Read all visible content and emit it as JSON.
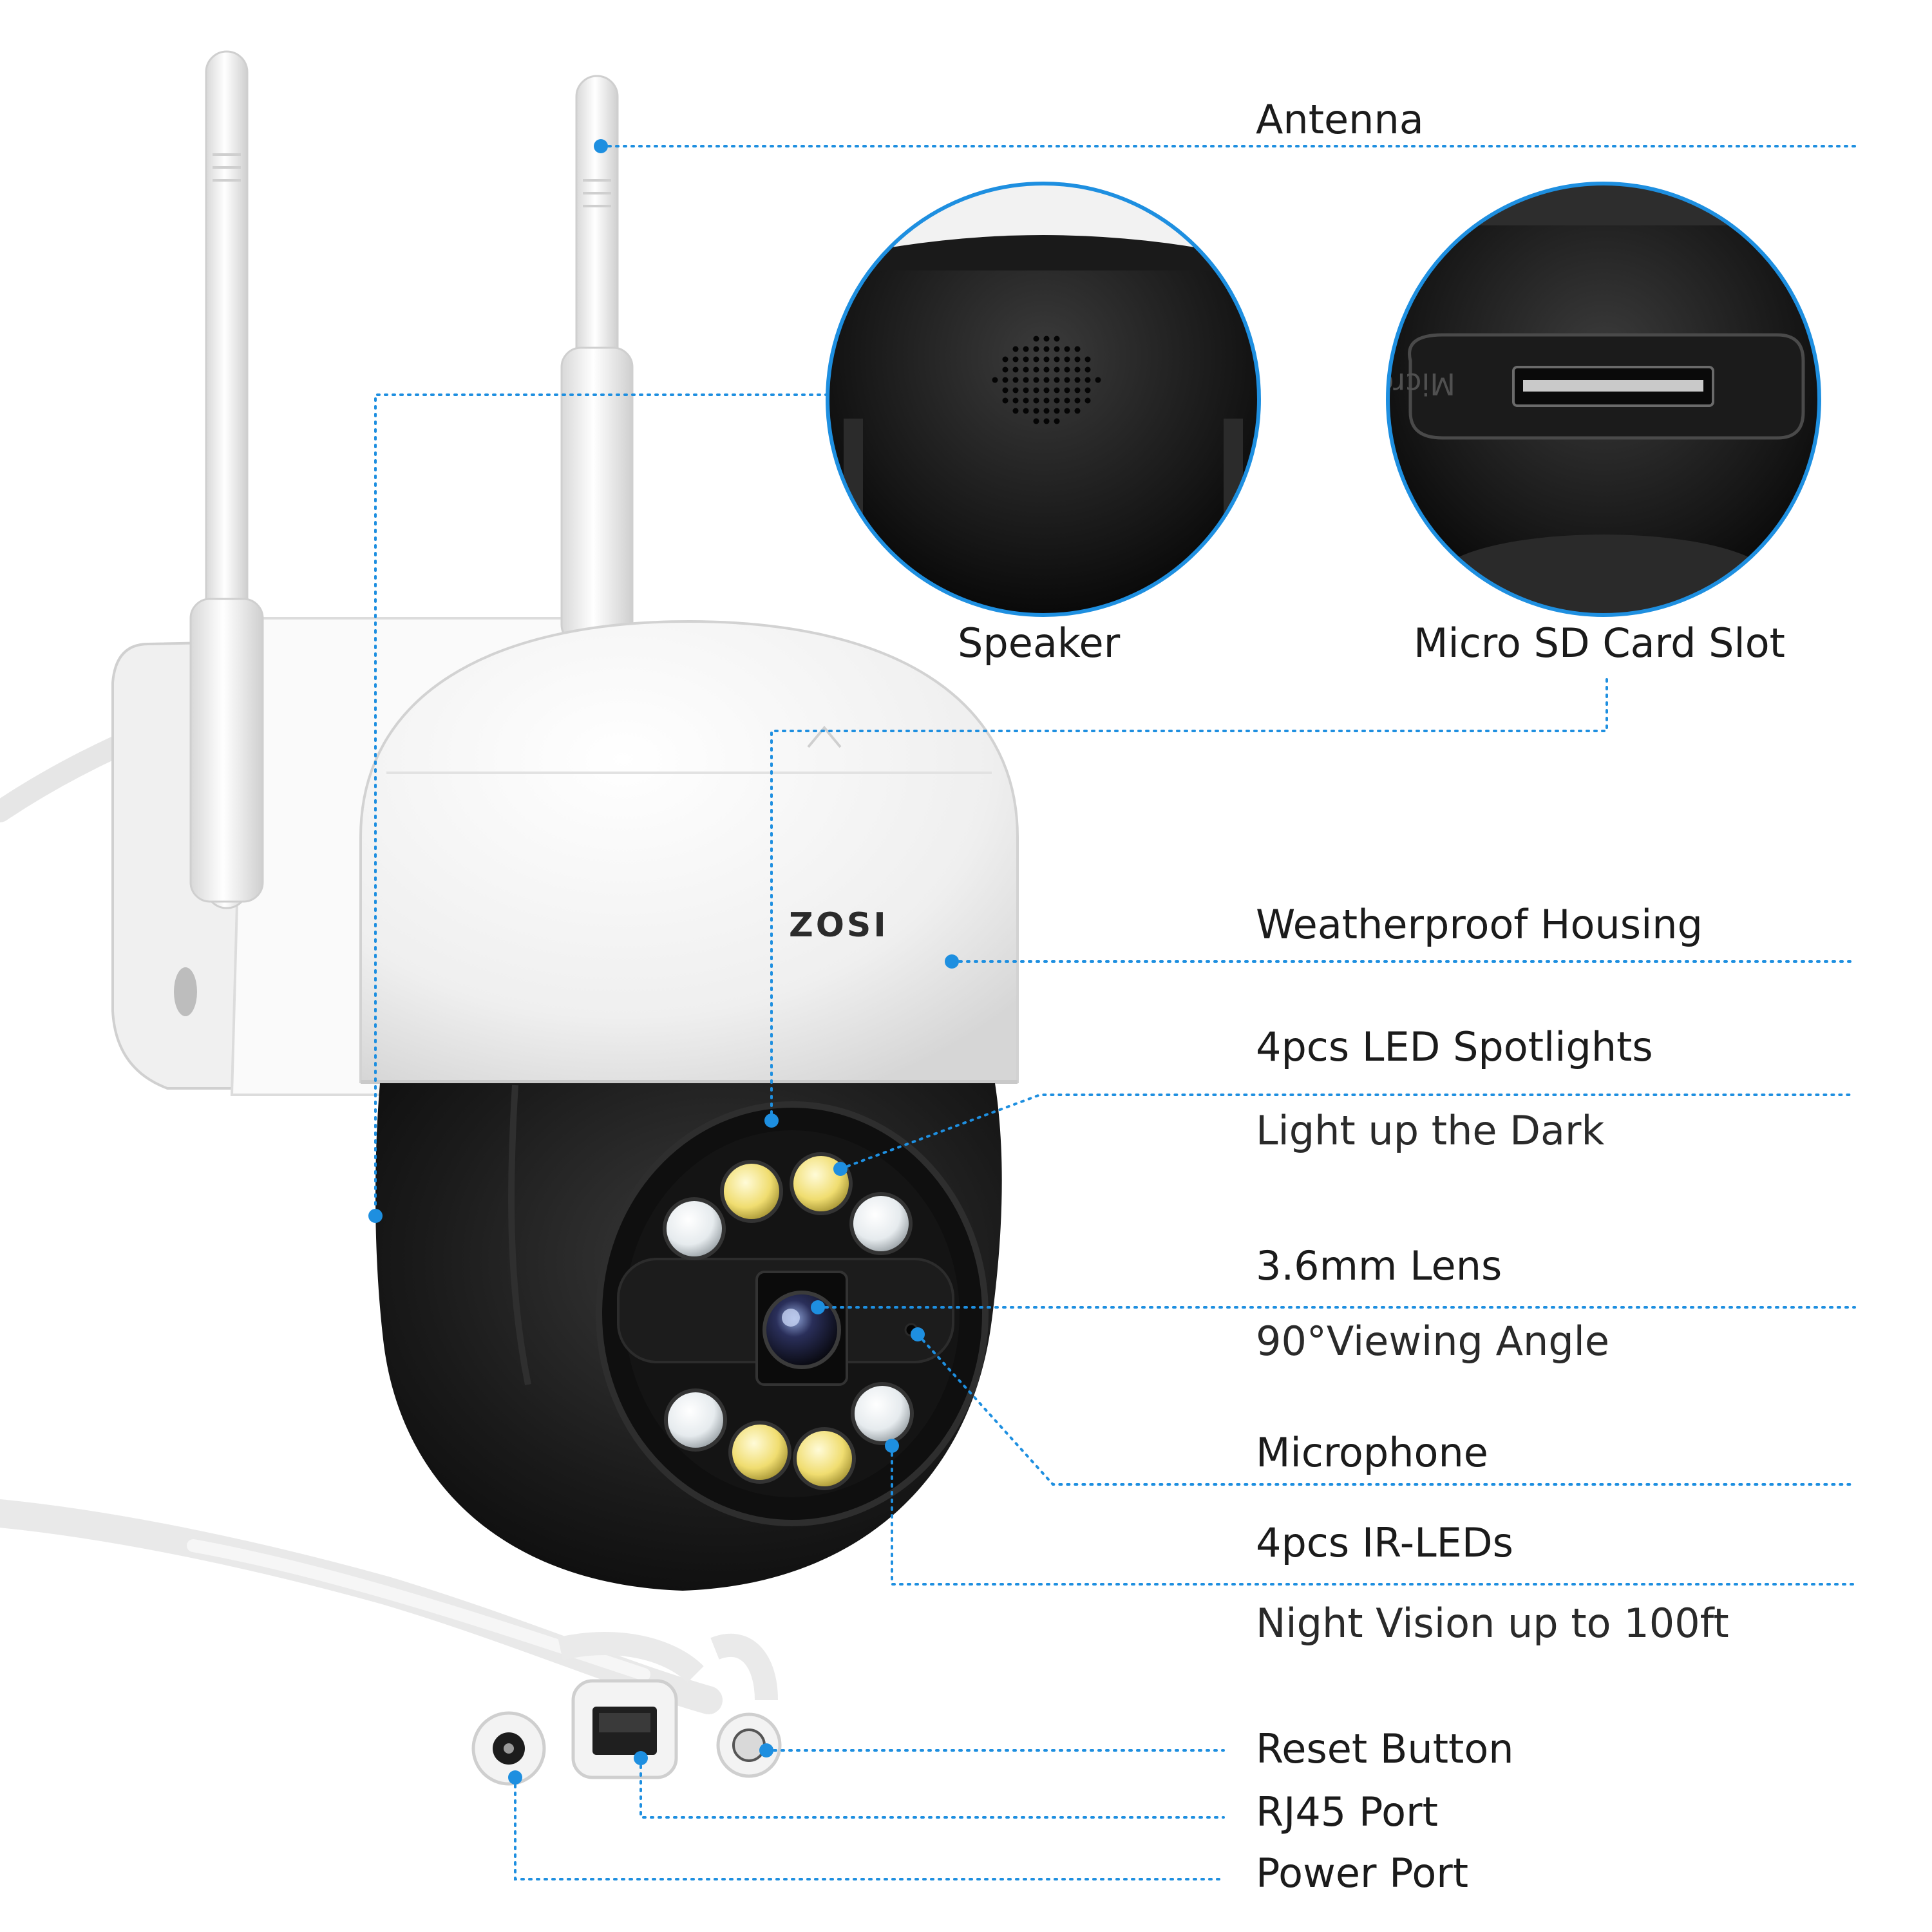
{
  "colors": {
    "accent": "#1e8fe0",
    "housing_white": "#f4f4f4",
    "body_black": "#161616",
    "led_warm": "#f2e27a",
    "led_white": "#e9eef2"
  },
  "brand": "ZOSI",
  "callouts": {
    "antenna": "Antenna",
    "speaker": "Speaker",
    "sd_slot": "Micro SD Card Slot",
    "housing": "Weatherproof Housing",
    "led_title": "4pcs LED Spotlights",
    "led_sub": "Light up the Dark",
    "lens_title": "3.6mm Lens",
    "lens_sub": "90°Viewing Angle",
    "mic": "Microphone",
    "ir_title": "4pcs IR-LEDs",
    "ir_sub": "Night Vision up to 100ft",
    "reset": "Reset Button",
    "rj45": "RJ45 Port",
    "power": "Power Port"
  },
  "sd_card_text": "Micro"
}
